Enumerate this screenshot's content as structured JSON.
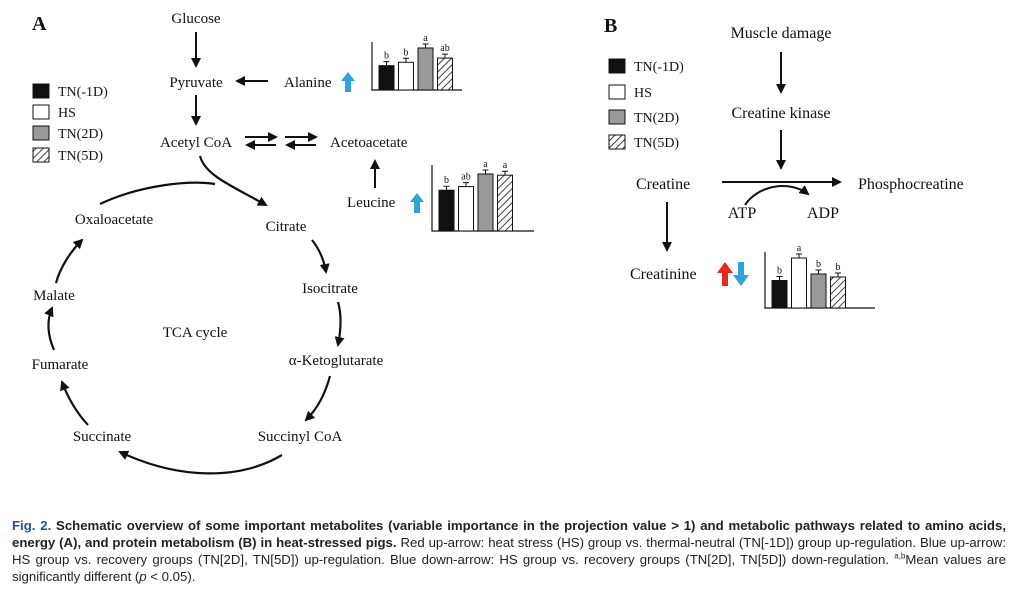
{
  "panel_a": {
    "label": "A",
    "nodes": {
      "glucose": "Glucose",
      "pyruvate": "Pyruvate",
      "alanine": "Alanine",
      "acetyl_coa": "Acetyl CoA",
      "acetoacetate": "Acetoacetate",
      "leucine": "Leucine",
      "citrate": "Citrate",
      "isocitrate": "Isocitrate",
      "a_ketoglutarate": "α-Ketoglutarate",
      "succinyl_coa": "Succinyl CoA",
      "succinate": "Succinate",
      "fumarate": "Fumarate",
      "malate": "Malate",
      "oxaloacetate": "Oxaloacetate",
      "tca_cycle": "TCA cycle"
    },
    "legend": [
      {
        "label": "TN(-1D)",
        "fill": "solid"
      },
      {
        "label": "HS",
        "fill": "white"
      },
      {
        "label": "TN(2D)",
        "fill": "gray"
      },
      {
        "label": "TN(5D)",
        "fill": "hatch"
      }
    ]
  },
  "panel_b": {
    "label": "B",
    "nodes": {
      "muscle_damage": "Muscle damage",
      "creatine_kinase": "Creatine kinase",
      "creatine": "Creatine",
      "phosphocreatine": "Phosphocreatine",
      "atp": "ATP",
      "adp": "ADP",
      "creatinine": "Creatinine"
    },
    "legend": [
      {
        "label": "TN(-1D)",
        "fill": "solid"
      },
      {
        "label": "HS",
        "fill": "white"
      },
      {
        "label": "TN(2D)",
        "fill": "gray"
      },
      {
        "label": "TN(5D)",
        "fill": "hatch"
      }
    ]
  },
  "colors": {
    "up_red": "#e8291c",
    "up_blue": "#2ea3dc",
    "bar_gray": "#9a9a9a",
    "caption_blue": "#1f4e9c"
  },
  "chart_data": [
    {
      "type": "bar",
      "name": "Alanine",
      "categories": [
        "TN(-1D)",
        "HS",
        "TN(2D)",
        "TN(5D)"
      ],
      "values": [
        0.58,
        0.66,
        1.0,
        0.76
      ],
      "letters": [
        "b",
        "b",
        "a",
        "ab"
      ]
    },
    {
      "type": "bar",
      "name": "Leucine",
      "categories": [
        "TN(-1D)",
        "HS",
        "TN(2D)",
        "TN(5D)"
      ],
      "values": [
        0.68,
        0.74,
        0.95,
        0.93
      ],
      "letters": [
        "b",
        "ab",
        "a",
        "a"
      ]
    },
    {
      "type": "bar",
      "name": "Creatinine",
      "categories": [
        "TN(-1D)",
        "HS",
        "TN(2D)",
        "TN(5D)"
      ],
      "values": [
        0.55,
        1.0,
        0.68,
        0.62
      ],
      "letters": [
        "b",
        "a",
        "b",
        "b"
      ]
    }
  ],
  "caption": {
    "fig_no": "Fig. 2.",
    "title": "Schematic overview of some important metabolites (variable importance in the projection value > 1) and metabolic pathways related to amino acids, energy (A), and protein metabolism (B) in heat-stressed pigs.",
    "body": "Red up-arrow: heat stress (HS) group vs. thermal-neutral (TN[-1D]) group up-regulation. Blue up-arrow: HS group vs. recovery groups (TN[2D], TN[5D]) up-regulation. Blue down-arrow: HS group vs. recovery groups (TN[2D], TN[5D]) down-regulation.",
    "sig_sup": "a,b",
    "sig_text_1": "Mean values are significantly different (",
    "sig_p": "p",
    "sig_text_2": " < 0.05)."
  }
}
